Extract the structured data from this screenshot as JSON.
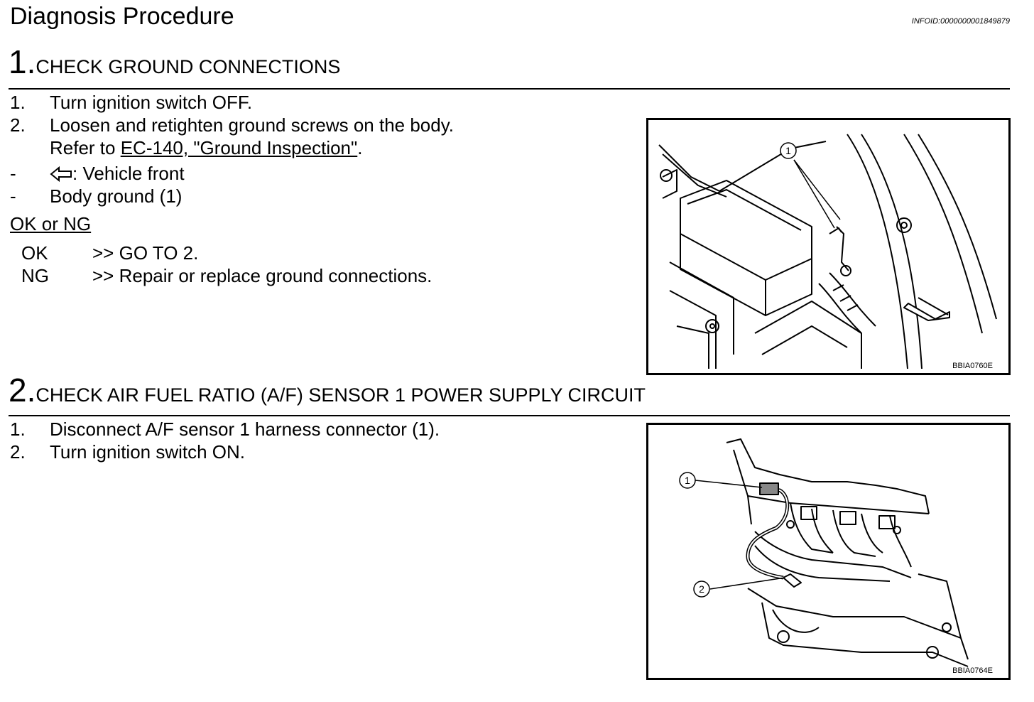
{
  "page": {
    "title": "Diagnosis Procedure",
    "info_id": "INFOID:0000000001849879"
  },
  "step1": {
    "number": "1.",
    "title": "CHECK GROUND CONNECTIONS",
    "items": [
      {
        "n": "1.",
        "text": "Turn ignition switch OFF."
      },
      {
        "n": "2.",
        "text": "Loosen and retighten ground screws on the body."
      }
    ],
    "refer_prefix": "Refer to ",
    "refer_link": "EC-140, \"Ground Inspection\"",
    "refer_suffix": ".",
    "notes": [
      {
        "n": "-",
        "text": ": Vehicle front"
      },
      {
        "n": "-",
        "text": "Body ground (1)"
      }
    ],
    "okng_label": "OK or NG",
    "results": [
      {
        "k": "OK",
        "v": ">> GO TO 2."
      },
      {
        "k": "NG",
        "v": ">> Repair or replace ground connections."
      }
    ],
    "figure": {
      "code": "BBIA0760E",
      "callout": "1"
    }
  },
  "step2": {
    "number": "2.",
    "title": "CHECK AIR FUEL RATIO (A/F) SENSOR 1 POWER SUPPLY CIRCUIT",
    "items": [
      {
        "n": "1.",
        "text": "Disconnect A/F sensor 1 harness connector (1)."
      },
      {
        "n": "2.",
        "text": "Turn ignition switch ON."
      }
    ],
    "figure": {
      "code": "BBIA0764E",
      "callouts": [
        "1",
        "2"
      ]
    }
  }
}
